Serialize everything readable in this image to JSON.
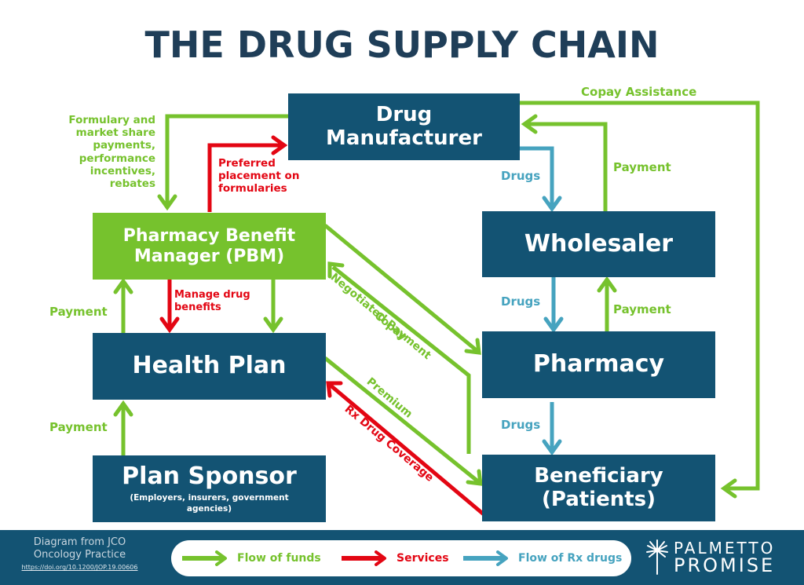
{
  "title": "THE DRUG SUPPLY CHAIN",
  "colors": {
    "navy": "#135373",
    "title": "#1f3e58",
    "green": "#76c22d",
    "red": "#e30613",
    "blue": "#46a3bf"
  },
  "nodes": {
    "manufacturer": {
      "line1": "Drug",
      "line2": "Manufacturer"
    },
    "pbm": {
      "line1": "Pharmacy Benefit",
      "line2": "Manager (PBM)"
    },
    "wholesaler": {
      "label": "Wholesaler"
    },
    "health_plan": {
      "label": "Health Plan"
    },
    "pharmacy": {
      "label": "Pharmacy"
    },
    "plan_sponsor": {
      "label": "Plan Sponsor",
      "sublabel": "(Employers, insurers, government agencies)"
    },
    "beneficiary": {
      "line1": "Beneficiary",
      "line2": "(Patients)"
    }
  },
  "flows": {
    "formulary_rebates": {
      "lines": [
        "Formulary and",
        "market share",
        "payments,",
        "performance",
        "incentives,",
        "rebates"
      ],
      "type": "funds"
    },
    "preferred_placement": {
      "lines": [
        "Preferred",
        "placement on",
        "formularies"
      ],
      "type": "services"
    },
    "copay_assistance": {
      "label": "Copay Assistance",
      "type": "funds"
    },
    "manufacturer_drugs": {
      "label": "Drugs",
      "type": "drugs"
    },
    "wholesaler_payment": {
      "label": "Payment",
      "type": "funds"
    },
    "wholesaler_drugs": {
      "label": "Drugs",
      "type": "drugs"
    },
    "pharmacy_payment": {
      "label": "Payment",
      "type": "funds"
    },
    "pharmacy_drugs": {
      "label": "Drugs",
      "type": "drugs"
    },
    "healthplan_to_pbm_payment": {
      "label": "Payment",
      "type": "funds"
    },
    "manage_benefits": {
      "lines": [
        "Manage drug",
        "benefits"
      ],
      "type": "services"
    },
    "sponsor_payment": {
      "label": "Payment",
      "type": "funds"
    },
    "negotiated_payment": {
      "label": "Negotiated Payment",
      "type": "funds"
    },
    "copay": {
      "label": "Copay",
      "type": "funds"
    },
    "premium": {
      "label": "Premium",
      "type": "funds"
    },
    "rx_coverage": {
      "label": "Rx Drug Coverage",
      "type": "services"
    }
  },
  "footer": {
    "credit_line1": "Diagram from JCO",
    "credit_line2": "Oncology Practice",
    "credit_link": "https://doi.org/10.1200/JOP.19.00606",
    "legend": [
      {
        "label": "Flow of funds",
        "color": "#76c22d"
      },
      {
        "label": "Services",
        "color": "#e30613"
      },
      {
        "label": "Flow of Rx drugs",
        "color": "#46a3bf"
      }
    ],
    "brand_line1": "PALMETTO",
    "brand_line2": "PROMISE"
  }
}
